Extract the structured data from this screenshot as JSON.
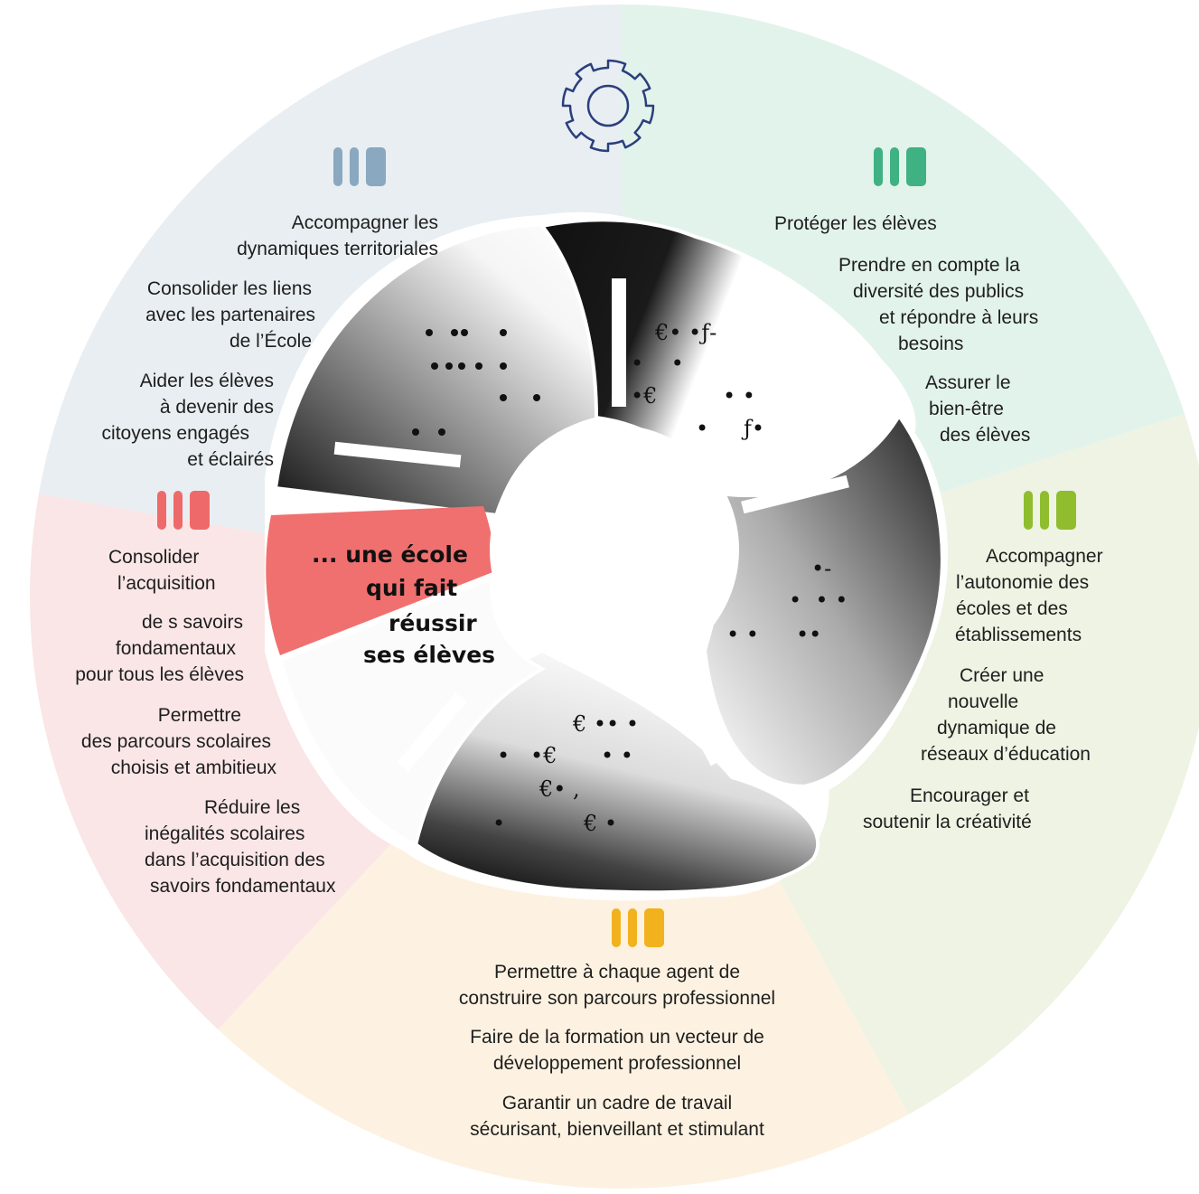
{
  "colors": {
    "blue": "#8aa8bf",
    "green": "#3fb183",
    "lime": "#8fbd2e",
    "red": "#ee6a6a",
    "orange": "#f2b21d",
    "bg_blue": "#e8eef1",
    "bg_green": "#e2f3ec",
    "bg_lime": "#eef3e3",
    "bg_red": "#fae6e6",
    "bg_orange": "#fdf2e1",
    "gear": "#2c3e7c",
    "center_highlight": "#f07070"
  },
  "icons": {
    "top": "gear-icon",
    "marker": "three-bars-icon"
  },
  "center": {
    "line1": "... une école",
    "line2": "qui fait",
    "line3": "réussir",
    "line4": "ses élèves"
  },
  "segments": {
    "blue": {
      "items": [
        [
          "Accompagner les",
          "dynamiques territoriales"
        ],
        [
          "Consolider les liens",
          "avec les partenaires",
          "de l’École"
        ],
        [
          "Aider les élèves",
          "à devenir des",
          "citoyens engagés",
          "et éclairés"
        ]
      ]
    },
    "green": {
      "items": [
        [
          "Protéger les élèves"
        ],
        [
          "Prendre en compte la",
          "diversité des publics",
          "et répondre à leurs",
          "besoins"
        ],
        [
          "Assurer le",
          "bien-être",
          "des élèves"
        ]
      ]
    },
    "lime": {
      "items": [
        [
          "Accompagner",
          "l’autonomie des",
          "écoles et des",
          "établissements"
        ],
        [
          "Créer une",
          "nouvelle",
          "dynamique de",
          "réseaux d’éducation"
        ],
        [
          "Encourager et",
          "soutenir la créativité"
        ]
      ]
    },
    "red": {
      "items": [
        [
          "Consolider",
          "l’acquisition"
        ],
        [
          "de s savoirs",
          "fondamentaux",
          "pour tous les élèves"
        ],
        [
          "Permettre",
          "des parcours scolaires",
          "choisis et ambitieux"
        ],
        [
          "Réduire les",
          "inégalités scolaires",
          "dans l’acquisition des",
          "savoirs fondamentaux"
        ]
      ]
    },
    "orange": {
      "items": [
        [
          "Permettre à chaque agent de",
          "construire son parcours professionnel"
        ],
        [
          "Faire de la formation un vecteur de",
          "développement professionnel"
        ],
        [
          "Garantir un cadre de travail",
          "sécurisant, bienveillant et stimulant"
        ]
      ]
    }
  },
  "petal_glyphs": {
    "top_right": [
      "€• •ƒ-",
      "•    •",
      "•€",
      "• •",
      "•",
      "ƒ•"
    ],
    "bottom": [
      "€ •• •",
      "•   •€",
      "• •",
      "€• ,",
      "•",
      "€ •"
    ],
    "right": [
      "•-",
      "•  • •",
      "• •",
      "••"
    ]
  }
}
